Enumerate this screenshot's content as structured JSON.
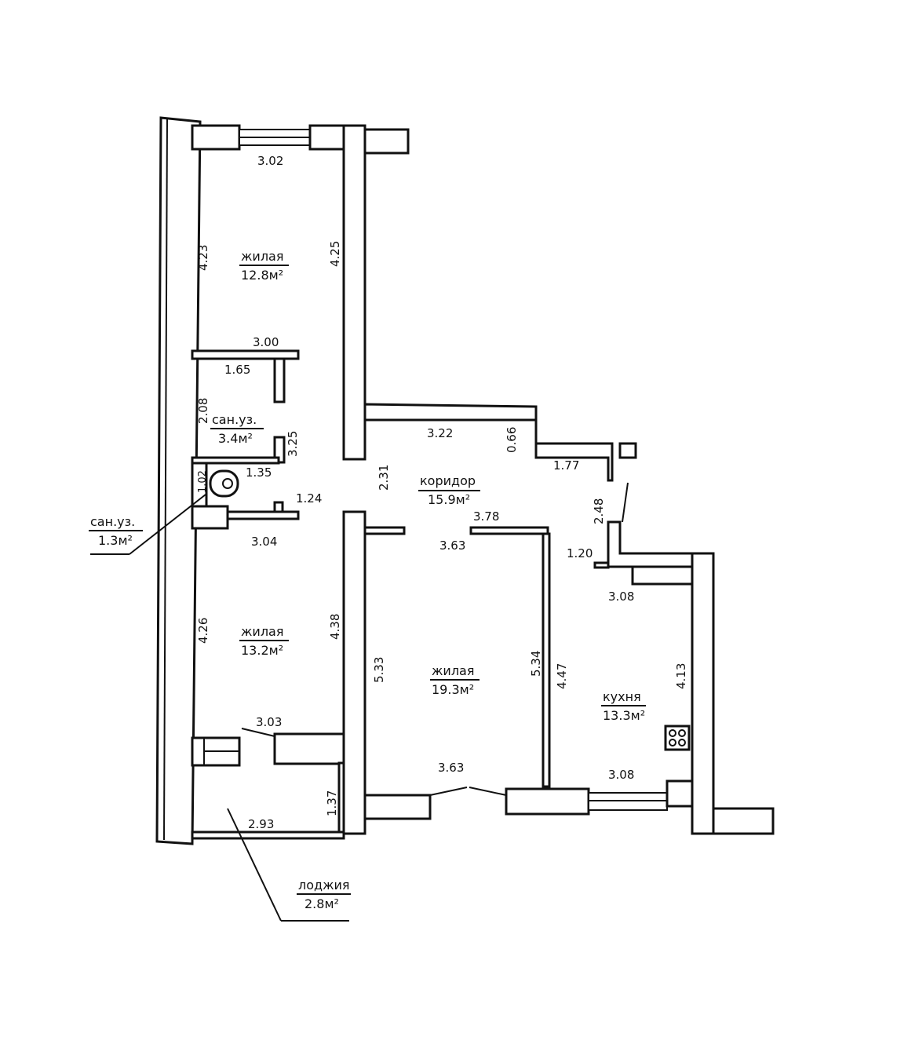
{
  "rooms": [
    {
      "name": "жилая",
      "area": "12.8м²"
    },
    {
      "name": "сан.уз.",
      "area": "3.4м²"
    },
    {
      "name": "сан.уз.",
      "area": "1.3м²"
    },
    {
      "name": "коридор",
      "area": "15.9м²"
    },
    {
      "name": "жилая",
      "area": "13.2м²"
    },
    {
      "name": "жилая",
      "area": "19.3м²"
    },
    {
      "name": "кухня",
      "area": "13.3м²"
    },
    {
      "name": "лоджия",
      "area": "2.8м²"
    }
  ],
  "dimensions": {
    "d302": "3.02",
    "d423": "4.23",
    "d425": "4.25",
    "d300": "3.00",
    "d165": "1.65",
    "d208": "2.08",
    "d325": "3.25",
    "d135": "1.35",
    "d102": "1.02",
    "d124": "1.24",
    "d231": "2.31",
    "d322": "3.22",
    "d066": "0.66",
    "d177": "1.77",
    "d248": "2.48",
    "d378": "3.78",
    "d363a": "3.63",
    "d120": "1.20",
    "d304": "3.04",
    "d308a": "3.08",
    "d426": "4.26",
    "d438": "4.38",
    "d533": "5.33",
    "d534": "5.34",
    "d447": "4.47",
    "d413": "4.13",
    "d303": "3.03",
    "d363b": "3.63",
    "d308b": "3.08",
    "d137": "1.37",
    "d293": "2.93"
  }
}
